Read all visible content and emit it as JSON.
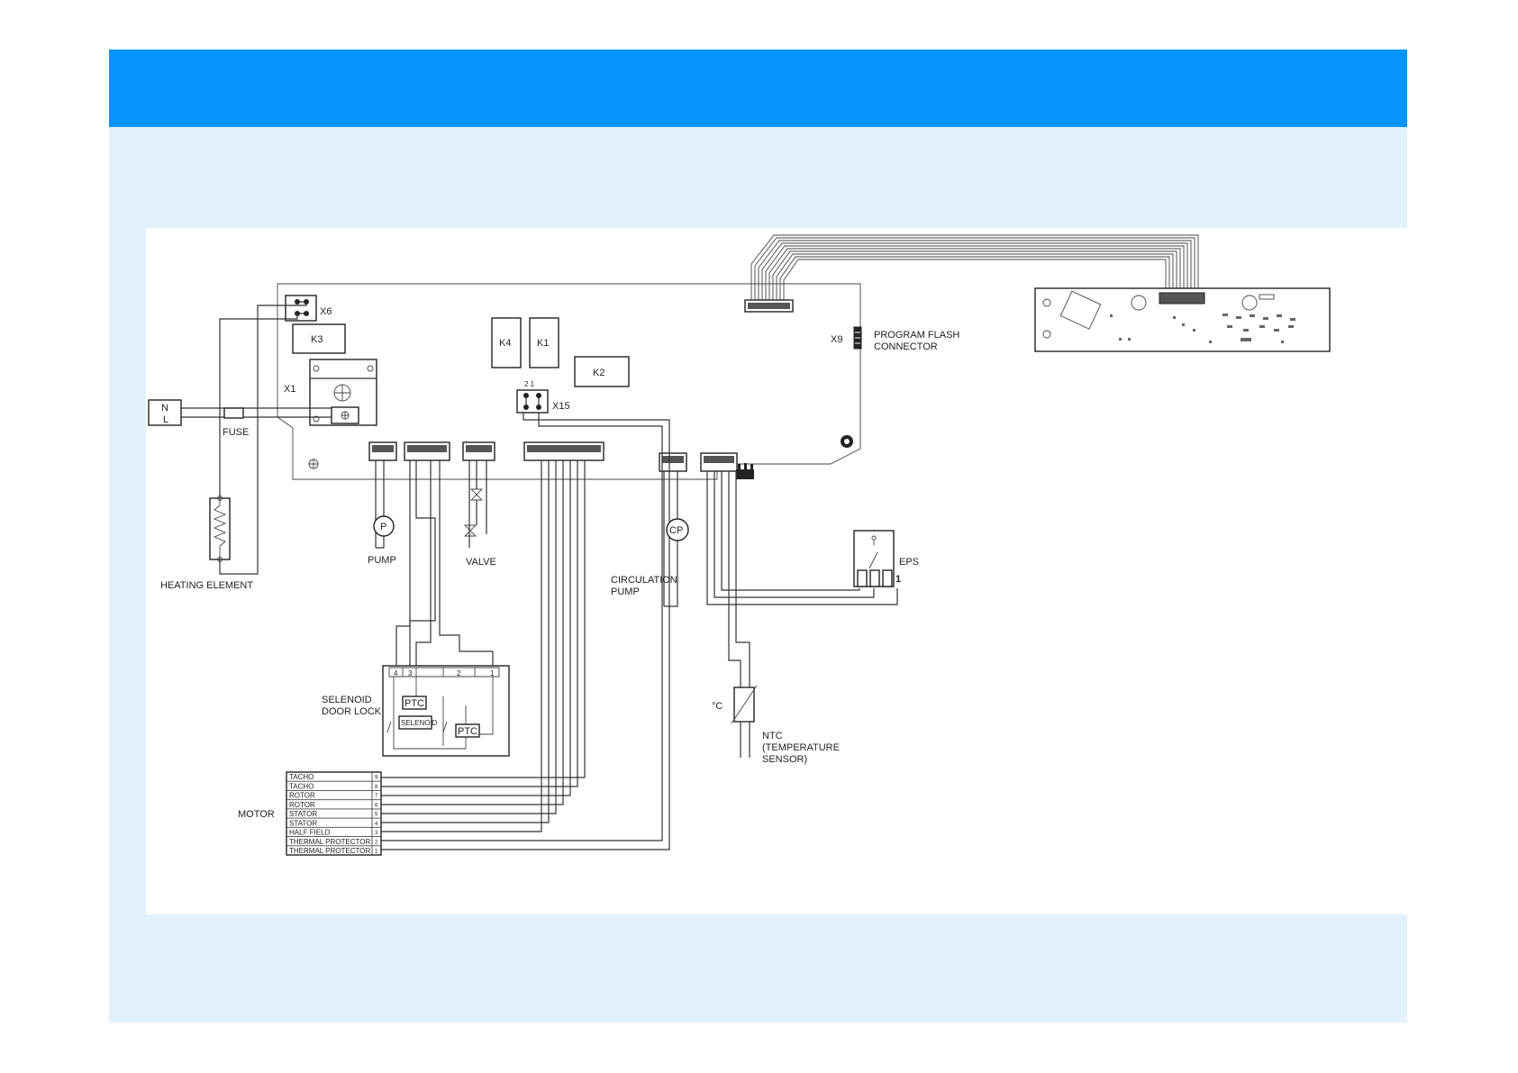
{
  "labels": {
    "x6": "X6",
    "k3": "K3",
    "k4": "K4",
    "k1": "K1",
    "k2": "K2",
    "x1": "X1",
    "x9": "X9",
    "program_flash_1": "PROGRAM FLASH",
    "program_flash_2": "CONNECTOR",
    "x15": "X15",
    "x15_pins": "2  1",
    "n": "N",
    "l": "L",
    "fuse": "FUSE",
    "heating_element": "HEATING ELEMENT",
    "pump_symbol": "P",
    "pump": "PUMP",
    "valve": "VALVE",
    "circulation_pump_1": "CIRCULATION",
    "circulation_pump_2": "PUMP",
    "cp_symbol": "CP",
    "eps": "EPS",
    "eps_pin": "1",
    "door_lock_1": "SELENOID",
    "door_lock_2": "DOOR LOCK",
    "lock_pin_4": "4",
    "lock_pin_3": "3",
    "lock_pin_2": "2",
    "lock_pin_1": "1",
    "ptc_top": "PTC",
    "selenoid": "SELENOID",
    "ptc_right": "PTC",
    "deg_c": "°C",
    "ntc_1": "NTC",
    "ntc_2": "(TEMPERATURE",
    "ntc_3": "SENSOR)",
    "motor": "MOTOR"
  },
  "motor_terminals": [
    {
      "name": "TACHO",
      "pin": "9"
    },
    {
      "name": "TACHO",
      "pin": "8"
    },
    {
      "name": "ROTOR",
      "pin": "7"
    },
    {
      "name": "ROTOR",
      "pin": "6"
    },
    {
      "name": "STATOR",
      "pin": "5"
    },
    {
      "name": "STATOR",
      "pin": "4"
    },
    {
      "name": "HALF FIELD",
      "pin": "3"
    },
    {
      "name": "THERMAL PROTECTOR",
      "pin": "2"
    },
    {
      "name": "THERMAL PROTECTOR",
      "pin": "1"
    }
  ],
  "colors": {
    "title_bar": "#0595fb",
    "slide_background": "#e3f1fd"
  }
}
